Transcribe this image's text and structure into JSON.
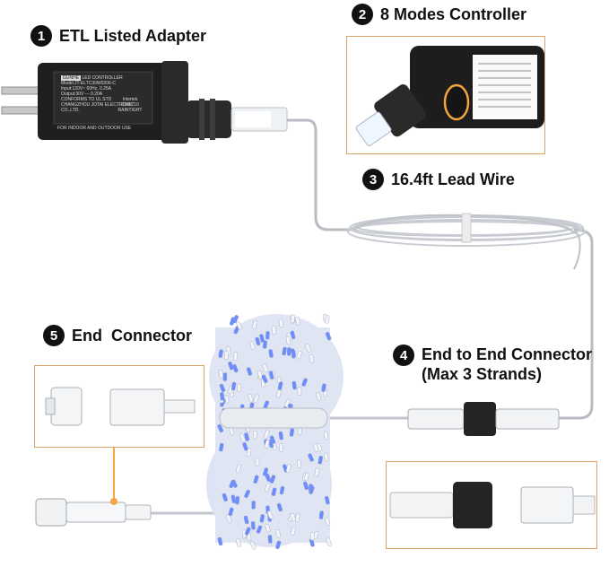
{
  "labels": [
    {
      "num": "1",
      "text": "ETL Listed Adapter"
    },
    {
      "num": "2",
      "text": "8 Modes Controller"
    },
    {
      "num": "3",
      "text": "16.4ft Lead Wire"
    },
    {
      "num": "4",
      "text": "End to End Connector",
      "text2": "(Max 3 Strands)"
    },
    {
      "num": "5",
      "text": "End  Connector"
    }
  ],
  "adapter_print": {
    "brand": "GUNHE",
    "title": "LED CONTROLLER",
    "model": "Model:JT-ELTC30W0206-C",
    "input": "Input:120V~ 60Hz, 0.25A",
    "output": "Output:30V --- 0.20A",
    "use": "FOR INDOOR AND OUTDOOR USE",
    "cert": "Intertek",
    "cert_num": "3160710",
    "cert_label": "RAINTIGHT",
    "conformity": "CONFORMS TO UL STD",
    "maker": "CHANGZHOU JOTAI ELECTRONIC CO.,LTD."
  },
  "colors": {
    "accent": "#d9a36a",
    "badge": "#111111",
    "led_blue": "#6c8cff"
  }
}
